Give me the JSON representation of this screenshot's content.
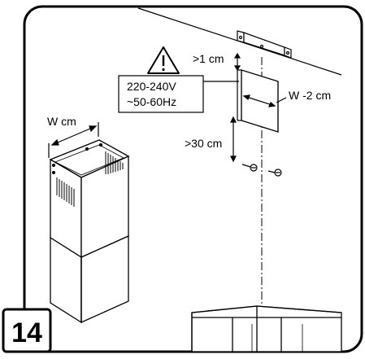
{
  "step": {
    "number": "14"
  },
  "labels": {
    "gap_top": ">1 cm",
    "voltage": "220-240V",
    "frequency": "~50-60Hz",
    "width_minus": "W -2 cm",
    "gap_side": ">30 cm",
    "chimney_width": "W cm"
  },
  "icons": {
    "warning": "warning-triangle-icon"
  },
  "colors": {
    "line": "#000000",
    "background": "#ffffff"
  }
}
